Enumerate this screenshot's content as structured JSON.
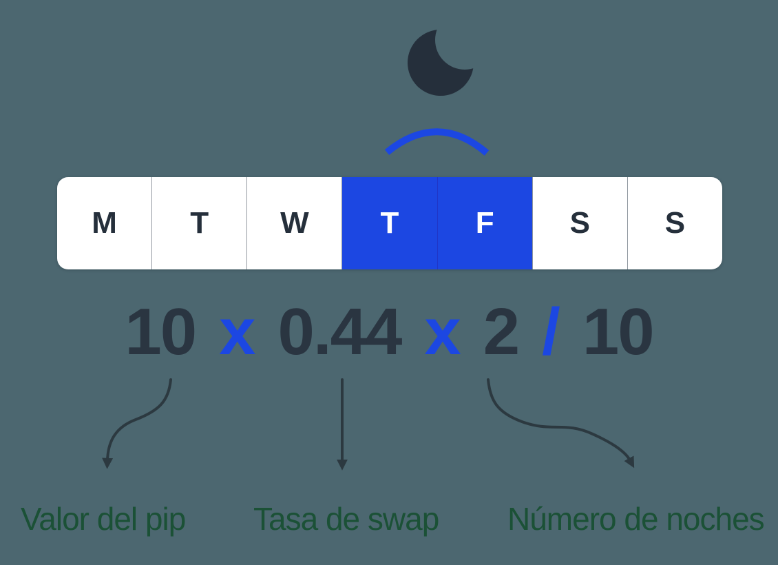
{
  "colors": {
    "background": "#4c6770",
    "white": "#ffffff",
    "accent_blue": "#1c47e2",
    "dark": "#252f3b",
    "formula_dark": "#2a3541",
    "arrow": "#2c3940",
    "green": "#1b5136",
    "divider": "#90979f",
    "divider_selected": "#2036c8"
  },
  "icons": {
    "moon": "crescent-moon"
  },
  "week": {
    "days": [
      {
        "label": "M",
        "selected": false
      },
      {
        "label": "T",
        "selected": false
      },
      {
        "label": "W",
        "selected": false
      },
      {
        "label": "T",
        "selected": true
      },
      {
        "label": "F",
        "selected": true
      },
      {
        "label": "S",
        "selected": false
      },
      {
        "label": "S",
        "selected": false
      }
    ]
  },
  "formula": {
    "expression": "10 x 0.44 x 2 / 10",
    "tokens": [
      {
        "text": "10",
        "type": "number"
      },
      {
        "text": "x",
        "type": "operator"
      },
      {
        "text": "0.44",
        "type": "number"
      },
      {
        "text": "x",
        "type": "operator"
      },
      {
        "text": "2",
        "type": "number"
      },
      {
        "text": "/",
        "type": "operator"
      },
      {
        "text": "10",
        "type": "number"
      }
    ]
  },
  "annotations": {
    "pip": "Valor del pip",
    "swap": "Tasa de swap",
    "nights": "Número de noches"
  }
}
